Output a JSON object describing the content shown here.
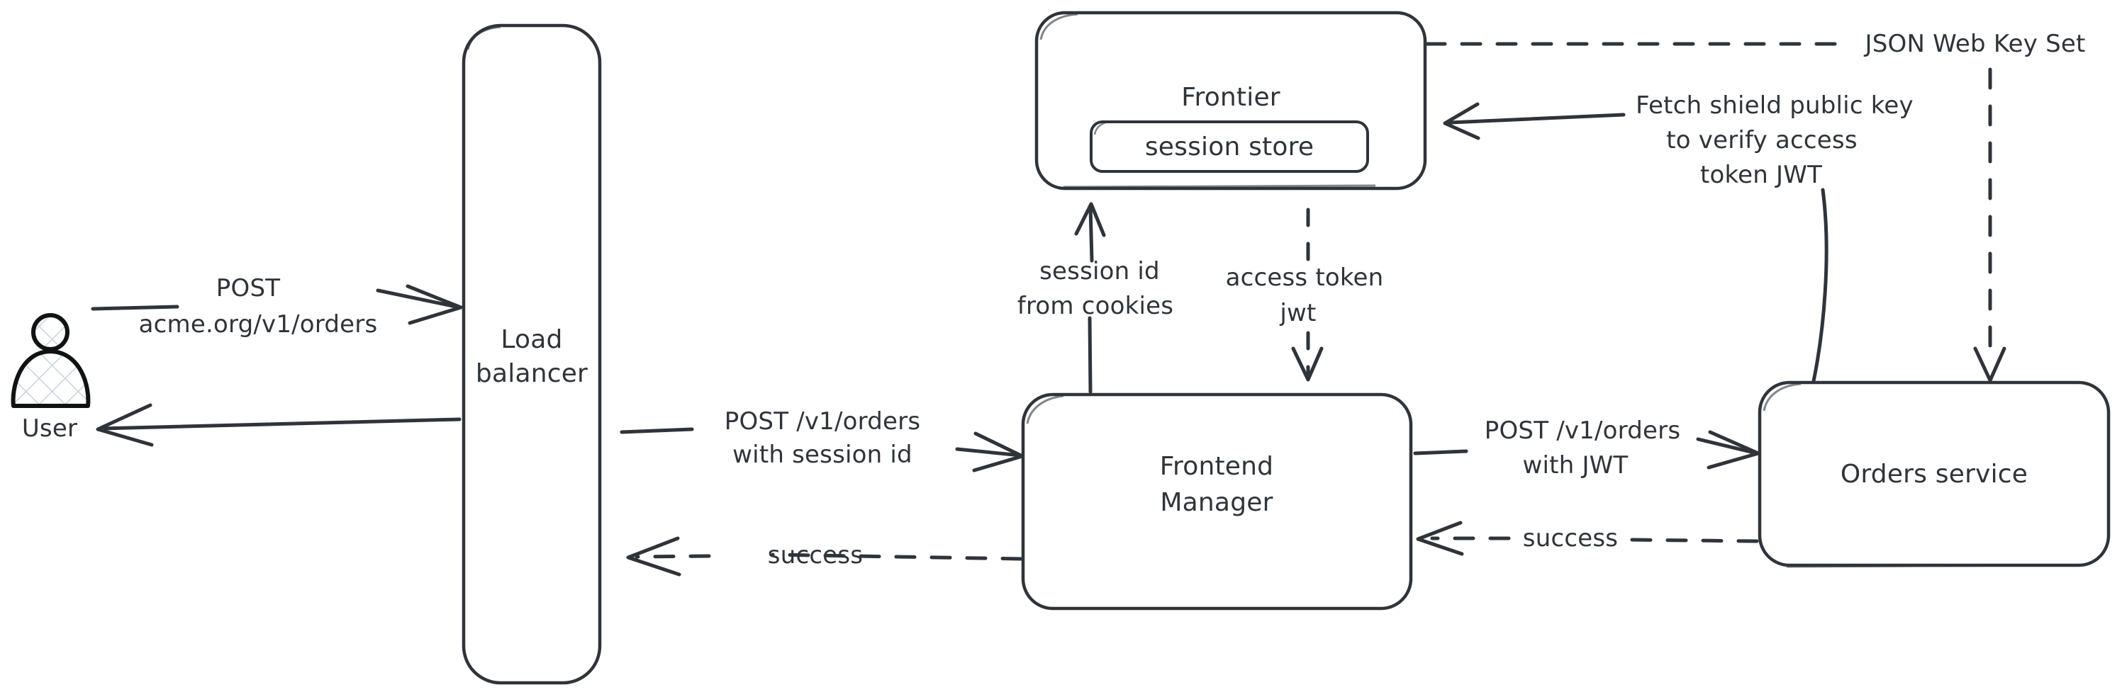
{
  "diagram": {
    "title": "Session to JWT authentication flow",
    "style": {
      "stroke": "#2f343a",
      "text": "#2f343a",
      "background": "#ffffff",
      "user_fill": "#ffffff",
      "user_hatch": "#c8d2dd"
    },
    "actors": [
      {
        "id": "user",
        "label": "User",
        "type": "person-icon"
      }
    ],
    "nodes": [
      {
        "id": "load-balancer",
        "label": "Load\nbalancer",
        "line1": "Load",
        "line2": "balancer"
      },
      {
        "id": "frontier",
        "label": "Frontier"
      },
      {
        "id": "session-store",
        "label": "session store"
      },
      {
        "id": "frontend-manager",
        "label": "Frontend\nManager",
        "line1": "Frontend",
        "line2": "Manager"
      },
      {
        "id": "orders-service",
        "label": "Orders service"
      }
    ],
    "edges": [
      {
        "id": "user-to-lb",
        "from": "user",
        "to": "load-balancer",
        "style": "solid",
        "line1": "POST",
        "line2": "acme.org/v1/orders"
      },
      {
        "id": "lb-to-user",
        "from": "load-balancer",
        "to": "user",
        "style": "solid",
        "line1": "",
        "line2": ""
      },
      {
        "id": "lb-to-fm",
        "from": "load-balancer",
        "to": "frontend-manager",
        "style": "solid",
        "line1": "POST /v1/orders",
        "line2": "with session id"
      },
      {
        "id": "fm-to-lb-success",
        "from": "frontend-manager",
        "to": "load-balancer",
        "style": "dashed",
        "line1": "success"
      },
      {
        "id": "fm-to-frontier",
        "from": "frontend-manager",
        "to": "frontier",
        "style": "solid",
        "line1": "session id",
        "line2": "from cookies"
      },
      {
        "id": "frontier-to-fm",
        "from": "frontier",
        "to": "frontend-manager",
        "style": "dashed",
        "line1": "access token",
        "line2": "jwt"
      },
      {
        "id": "fm-to-orders",
        "from": "frontend-manager",
        "to": "orders-service",
        "style": "solid",
        "line1": "POST /v1/orders",
        "line2": "with JWT"
      },
      {
        "id": "orders-to-fm-success",
        "from": "orders-service",
        "to": "frontend-manager",
        "style": "dashed",
        "line1": "success"
      },
      {
        "id": "orders-to-frontier-fetch",
        "from": "orders-service",
        "to": "frontier",
        "style": "solid",
        "line1": "Fetch shield public key",
        "line2": "to verify access",
        "line3": "token JWT"
      },
      {
        "id": "frontier-to-orders-jwks",
        "from": "frontier",
        "to": "orders-service",
        "style": "dashed",
        "line1": "JSON Web Key Set"
      }
    ]
  }
}
